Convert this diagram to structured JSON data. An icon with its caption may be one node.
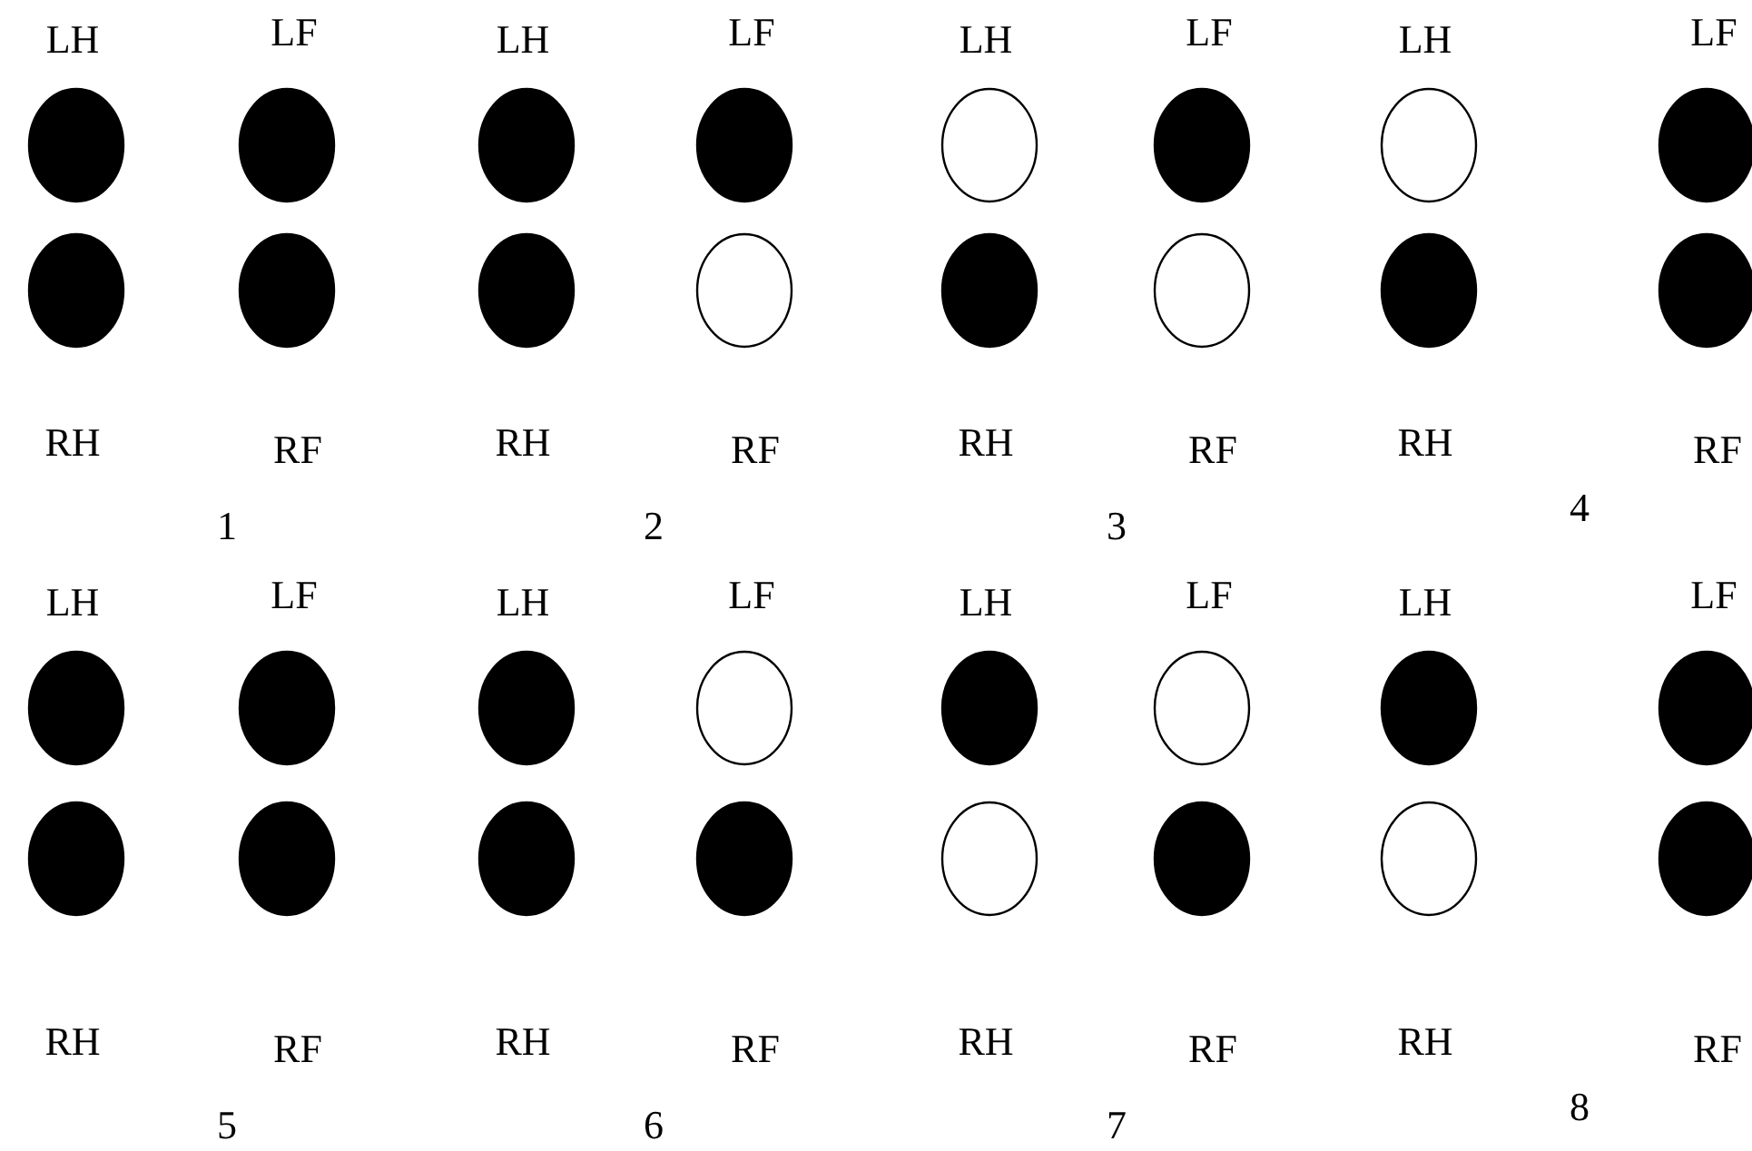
{
  "diagram": {
    "nodes": [
      {
        "text": [],
        "shape": "circle",
        "beside": [
          "LH"
        ]
      },
      {
        "text": [],
        "shape": "circle",
        "beside": [
          "LF"
        ]
      },
      {
        "text": [],
        "shape": "circle",
        "beside": [
          "RH"
        ]
      },
      {
        "text": [],
        "shape": "circle",
        "beside": [
          "RF"
        ]
      },
      {
        "text": [],
        "shape": "circle",
        "beside": [
          "LH"
        ]
      },
      {
        "text": [],
        "shape": "circle",
        "beside": [
          "LF"
        ]
      },
      {
        "text": [],
        "shape": "circle",
        "beside": [
          "RH"
        ]
      },
      {
        "text": [],
        "shape": "circle",
        "beside": [
          "RF"
        ]
      },
      {
        "text": [],
        "shape": "circle",
        "beside": [
          "LH"
        ]
      },
      {
        "text": [],
        "shape": "circle",
        "beside": [
          "LF"
        ]
      },
      {
        "text": [],
        "shape": "circle",
        "beside": [
          "RH"
        ]
      },
      {
        "text": [],
        "shape": "circle",
        "beside": [
          "RF"
        ]
      },
      {
        "text": [],
        "shape": "circle",
        "beside": [
          "LH"
        ]
      },
      {
        "text": [],
        "shape": "circle",
        "beside": [
          "LF"
        ]
      },
      {
        "text": [],
        "shape": "circle",
        "beside": [
          "RH"
        ]
      },
      {
        "text": [],
        "shape": "circle",
        "beside": [
          "RF"
        ]
      },
      {
        "text": [],
        "shape": "circle",
        "beside": [
          "LH"
        ]
      },
      {
        "text": [],
        "shape": "circle",
        "beside": [
          "LF"
        ]
      },
      {
        "text": [],
        "shape": "circle",
        "beside": [
          "RH"
        ]
      },
      {
        "text": [],
        "shape": "circle",
        "beside": [
          "RF"
        ]
      },
      {
        "text": [],
        "shape": "circle",
        "beside": [
          "LH"
        ]
      },
      {
        "text": [],
        "shape": "circle",
        "beside": [
          "LF"
        ]
      },
      {
        "text": [],
        "shape": "circle",
        "beside": [
          "RH"
        ]
      },
      {
        "text": [],
        "shape": "circle",
        "beside": [
          "RF"
        ]
      },
      {
        "text": [],
        "shape": "circle",
        "beside": [
          "LH"
        ]
      },
      {
        "text": [],
        "shape": "circle",
        "beside": [
          "LF"
        ]
      },
      {
        "text": [],
        "shape": "circle",
        "beside": [
          "RH"
        ]
      },
      {
        "text": [],
        "shape": "circle",
        "beside": [
          "RF"
        ]
      },
      {
        "text": [],
        "shape": "circle",
        "beside": [
          "LH"
        ]
      },
      {
        "text": [],
        "shape": "circle",
        "beside": [
          "LF"
        ]
      },
      {
        "text": [],
        "shape": "circle",
        "beside": [
          "RH"
        ]
      },
      {
        "text": [],
        "shape": "circle",
        "beside": [
          "RF"
        ]
      }
    ],
    "labels": [
      "1",
      "2",
      "3",
      "4",
      "5",
      "6",
      "7",
      "8"
    ]
  }
}
